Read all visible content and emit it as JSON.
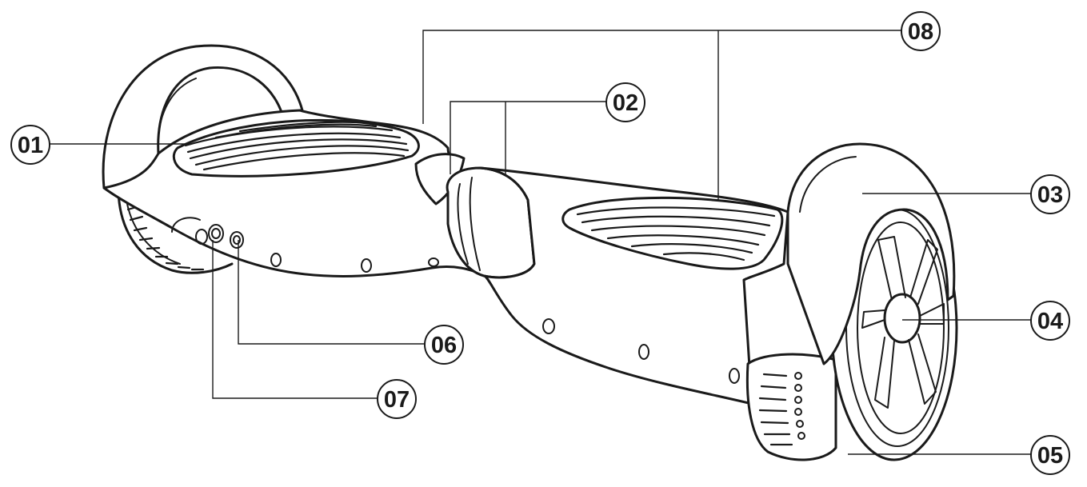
{
  "callouts": [
    {
      "id": "c01",
      "label": "01"
    },
    {
      "id": "c02",
      "label": "02"
    },
    {
      "id": "c03",
      "label": "03"
    },
    {
      "id": "c04",
      "label": "04"
    },
    {
      "id": "c05",
      "label": "05"
    },
    {
      "id": "c06",
      "label": "06"
    },
    {
      "id": "c07",
      "label": "07"
    },
    {
      "id": "c08",
      "label": "08"
    }
  ],
  "colors": {
    "line": "#1a1a1a",
    "background": "#ffffff"
  }
}
